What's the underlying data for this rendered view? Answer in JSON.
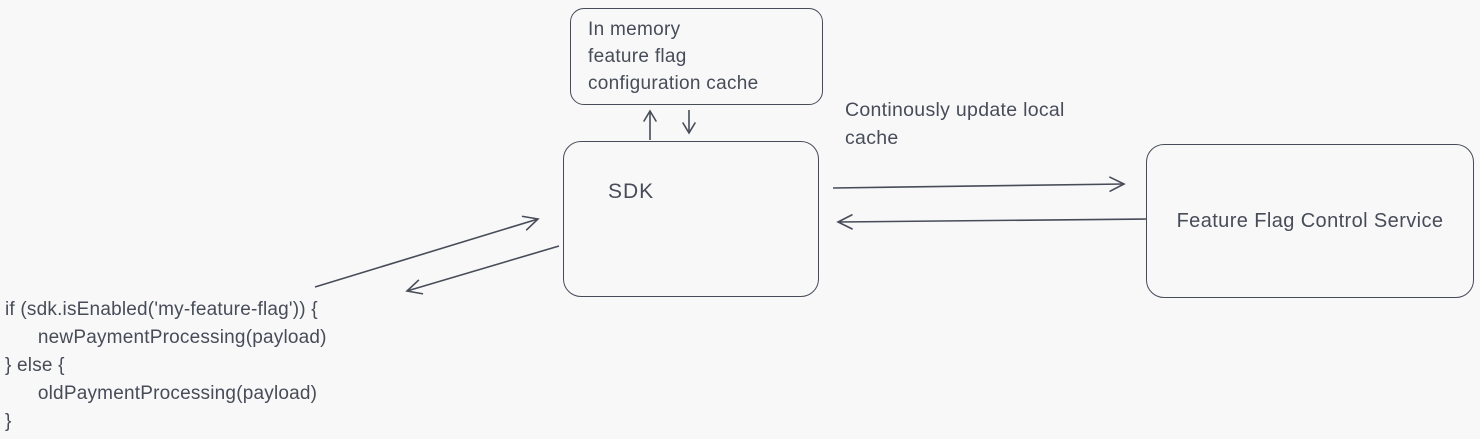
{
  "canvas": {
    "background": "#f8f8f9",
    "ink_color": "#474c58"
  },
  "nodes": {
    "memory_cache": {
      "label": "In memory\nfeature flag\nconfiguration cache"
    },
    "sdk": {
      "label": "SDK"
    },
    "control_service": {
      "label": "Feature Flag Control Service"
    }
  },
  "labels": {
    "update_cache": "Continously update local\ncache"
  },
  "code": {
    "snippet": "if (sdk.isEnabled('my-feature-flag')) {\n      newPaymentProcessing(payload)\n} else {\n      oldPaymentProcessing(payload)\n}"
  },
  "arrows": [
    {
      "name": "sdk-to-cache-arrow",
      "from": "sdk",
      "to": "memory_cache"
    },
    {
      "name": "cache-to-sdk-arrow",
      "from": "memory_cache",
      "to": "sdk"
    },
    {
      "name": "sdk-to-service-arrow",
      "from": "sdk",
      "to": "control_service"
    },
    {
      "name": "service-to-sdk-arrow",
      "from": "control_service",
      "to": "sdk"
    },
    {
      "name": "code-to-sdk-arrow",
      "from": "code",
      "to": "sdk"
    },
    {
      "name": "sdk-to-code-arrow",
      "from": "sdk",
      "to": "code"
    }
  ]
}
